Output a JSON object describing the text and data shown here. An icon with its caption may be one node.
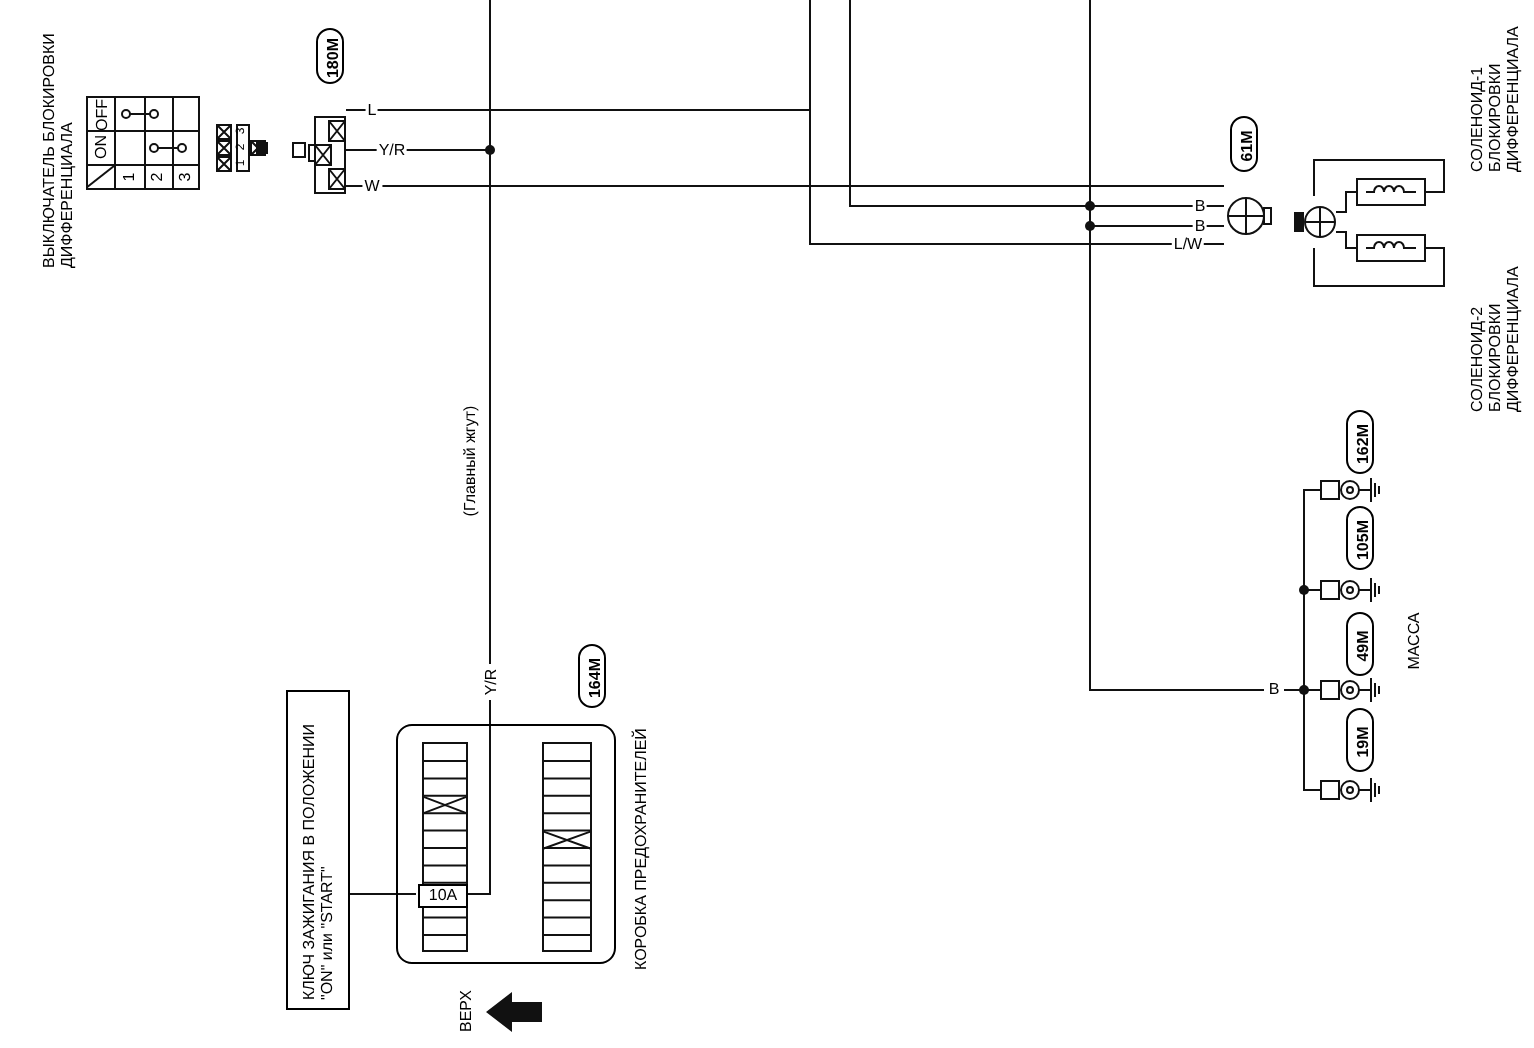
{
  "diagram": {
    "nodes": [
      {
        "text": [],
        "shape": "box",
        "beside": [
          "ВЫКЛЮЧАТЕЛЬ БЛОКИРОВКИ ДИФФЕРЕНЦИАЛА"
        ]
      },
      {
        "text": [],
        "shape": "box",
        "beside": [
          "180M"
        ]
      },
      {
        "text": [],
        "shape": "circle",
        "beside": [
          "61M"
        ]
      },
      {
        "text": [],
        "shape": "circle"
      },
      {
        "text": [],
        "shape": "box",
        "beside": [
          "СОЛЕНОИД-1 БЛОКИРОВКИ ДИФФЕРЕНЦИАЛА"
        ]
      },
      {
        "text": [],
        "shape": "box",
        "beside": [
          "СОЛЕНОИД-2 БЛОКИРОВКИ ДИФФЕРЕНЦИАЛА"
        ]
      },
      {
        "text": [
          "КОРОБКА ПРЕДОХРАНИТЕЛЕЙ"
        ],
        "beside": [
          "164M"
        ]
      },
      {
        "text": [
          "10A"
        ],
        "in": 6
      },
      {
        "text": [
          "КЛЮЧ ЗАЖИГАНИЯ В ПОЛОЖЕНИИ \"ON\" или \"START\""
        ]
      },
      {
        "text": [],
        "shape": "box"
      },
      {
        "text": [],
        "shape": "box"
      },
      {
        "text": [],
        "shape": "box"
      },
      {
        "text": [],
        "shape": "box"
      }
    ],
    "edges": [
      {
        "from": 1,
        "to": null,
        "arrow": "none",
        "label": "L"
      },
      {
        "from": 1,
        "to": null,
        "arrow": "other",
        "label": "Y/R"
      },
      {
        "from": 1,
        "to": 2,
        "arrow": "none",
        "label": "W"
      },
      {
        "from": 7,
        "to": null,
        "arrow": "none",
        "label": "Y/R"
      },
      {
        "from": 8,
        "to": 7,
        "arrow": "none"
      },
      {
        "from": null,
        "to": 2,
        "arrow": "none",
        "label": "L/W"
      },
      {
        "from": null,
        "to": 2,
        "arrow": "none",
        "label": "B"
      },
      {
        "from": 2,
        "to": 11,
        "arrow": "none",
        "label": "B"
      },
      {
        "from": 3,
        "to": 4,
        "arrow": "none"
      },
      {
        "from": 3,
        "to": 5,
        "arrow": "none"
      },
      {
        "from": 4,
        "to": 3,
        "arrow": "none"
      },
      {
        "from": 5,
        "to": 3,
        "arrow": "none"
      },
      {
        "from": 9,
        "to": 10,
        "arrow": "none"
      },
      {
        "from": 10,
        "to": 11,
        "arrow": "none"
      },
      {
        "from": 11,
        "to": 12,
        "arrow": "none"
      }
    ],
    "labels": [
      "OFF",
      "ON",
      "1",
      "2",
      "3",
      "3",
      "2",
      "1",
      "(Главный жгут)",
      "B",
      "162M",
      "105M",
      "49M",
      "19M",
      "МАССА",
      "ВЕРХ"
    ]
  }
}
